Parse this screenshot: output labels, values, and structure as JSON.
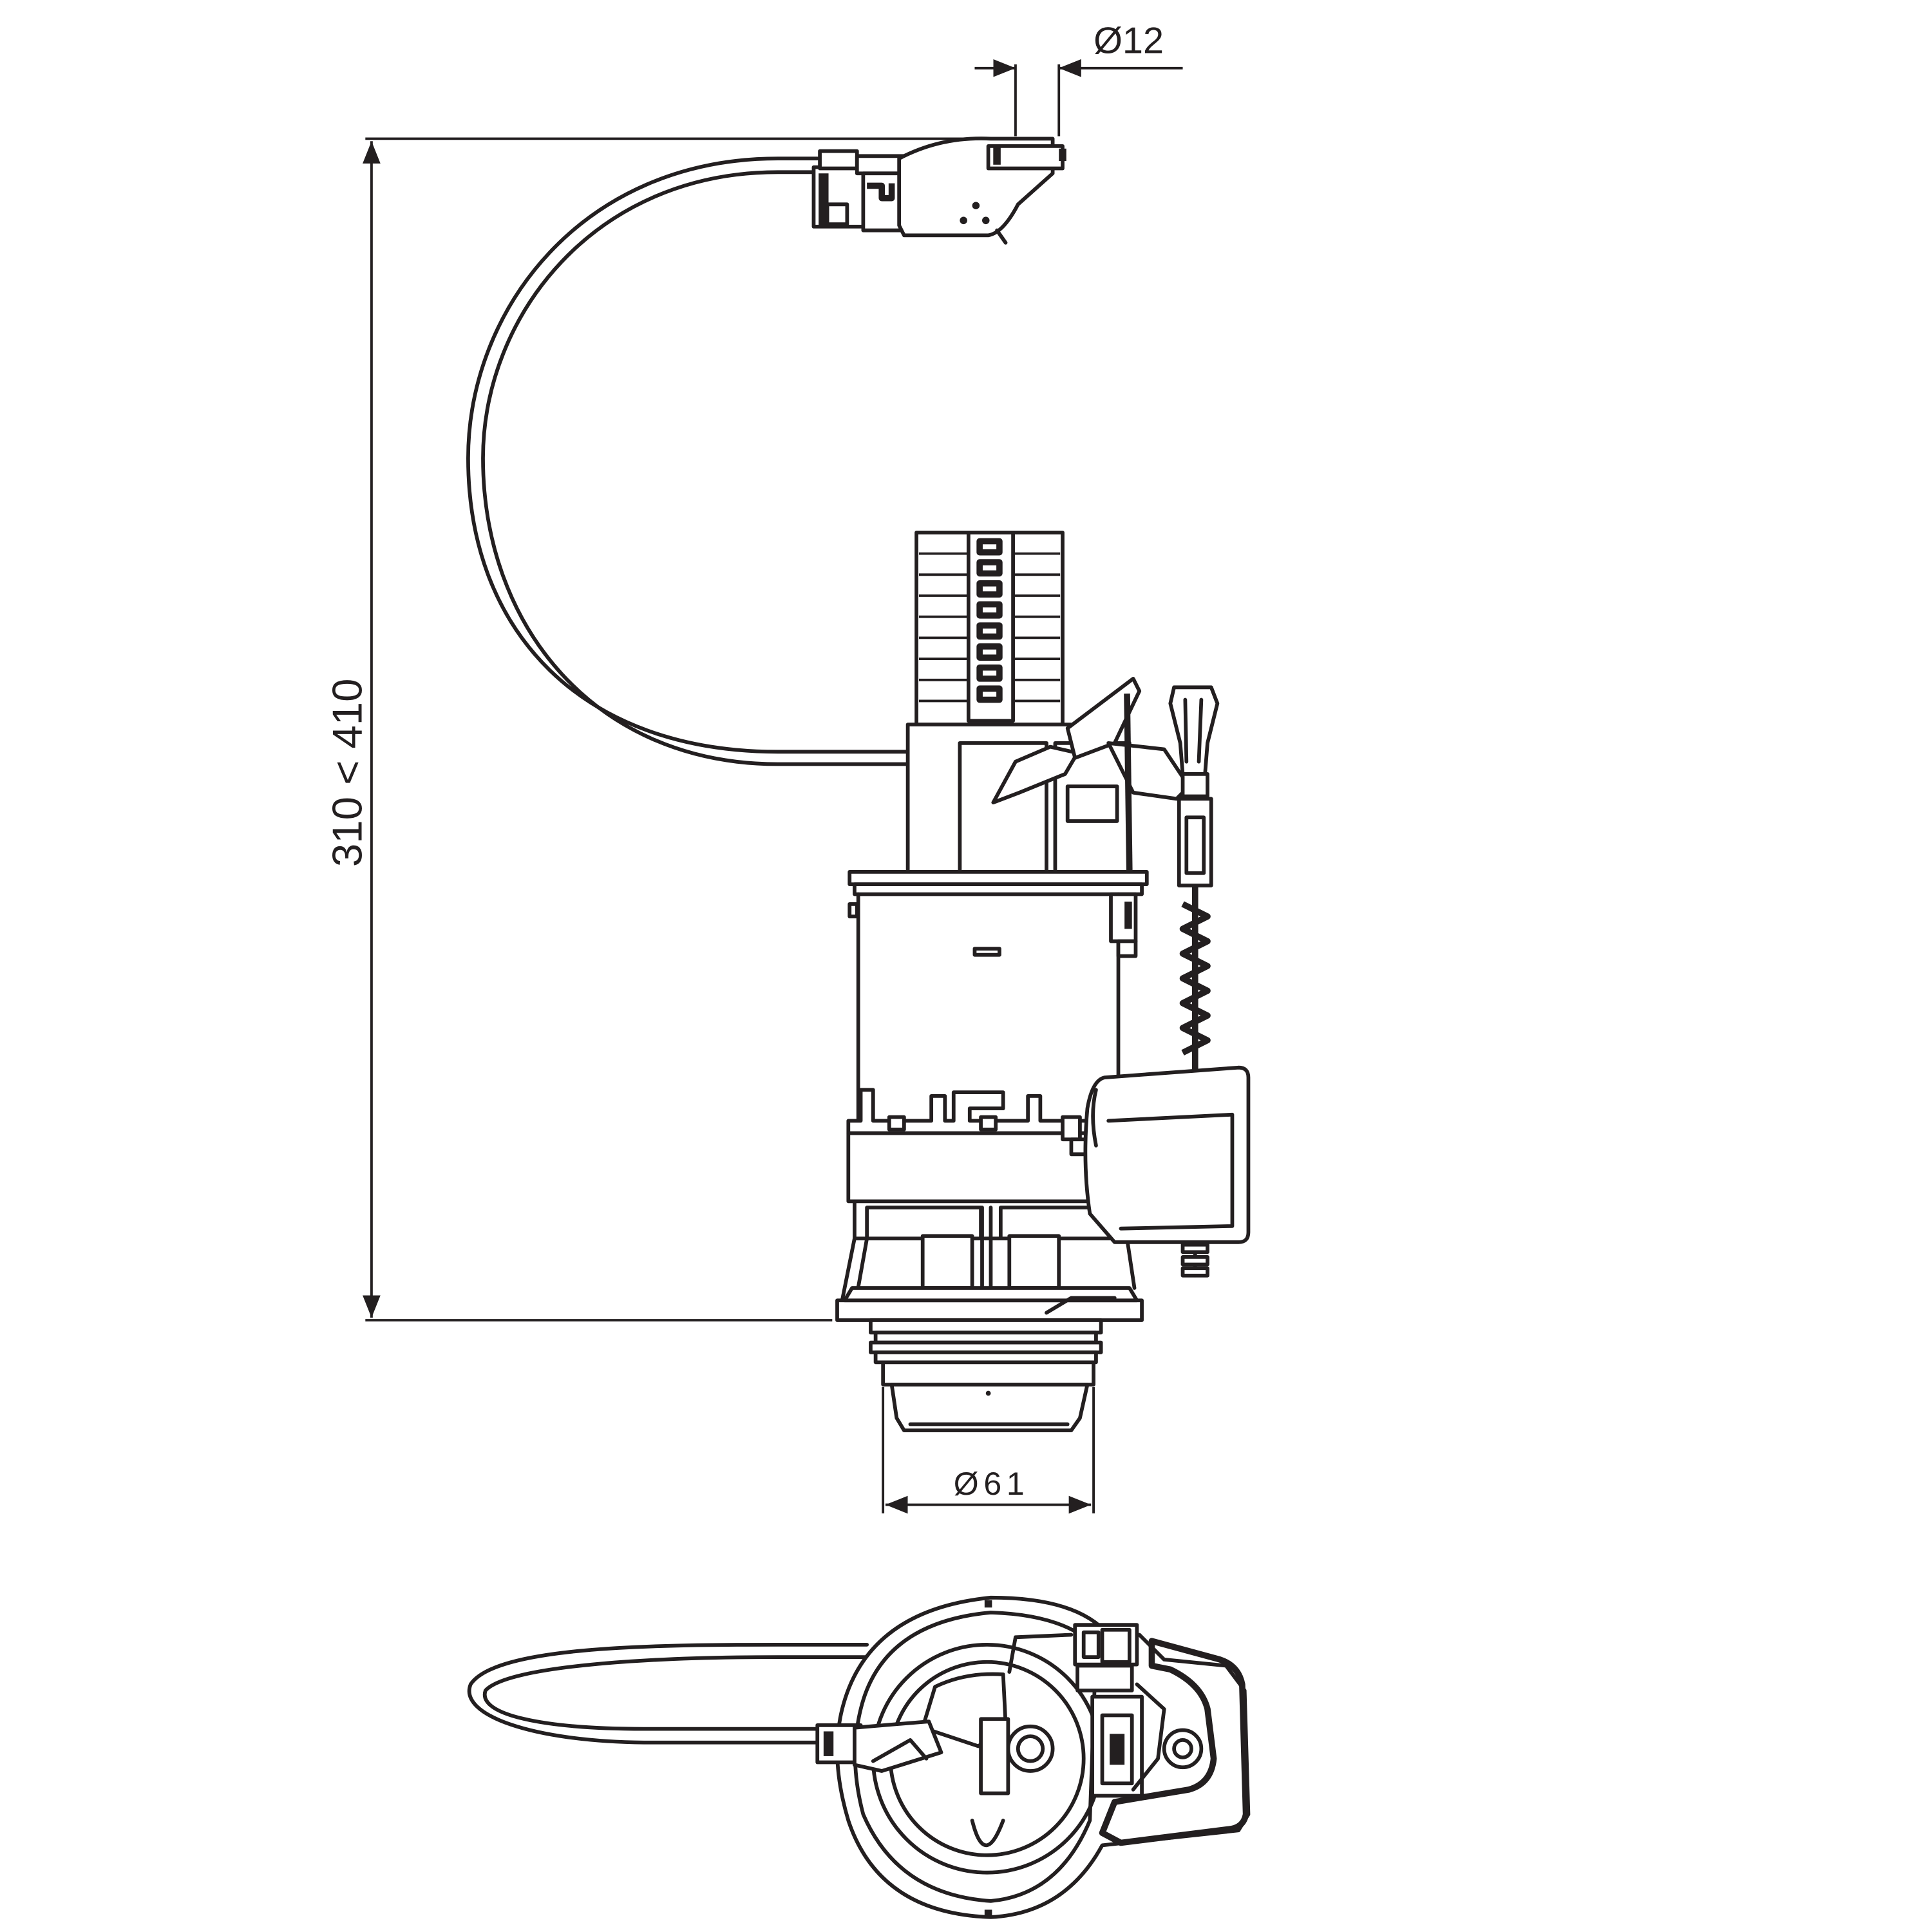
{
  "dimensions": {
    "top_diameter": "Ø12",
    "height_range": "310 < 410",
    "outlet_diameter": "Ø61"
  },
  "colors": {
    "line": "#231f20",
    "background": "#ffffff"
  }
}
